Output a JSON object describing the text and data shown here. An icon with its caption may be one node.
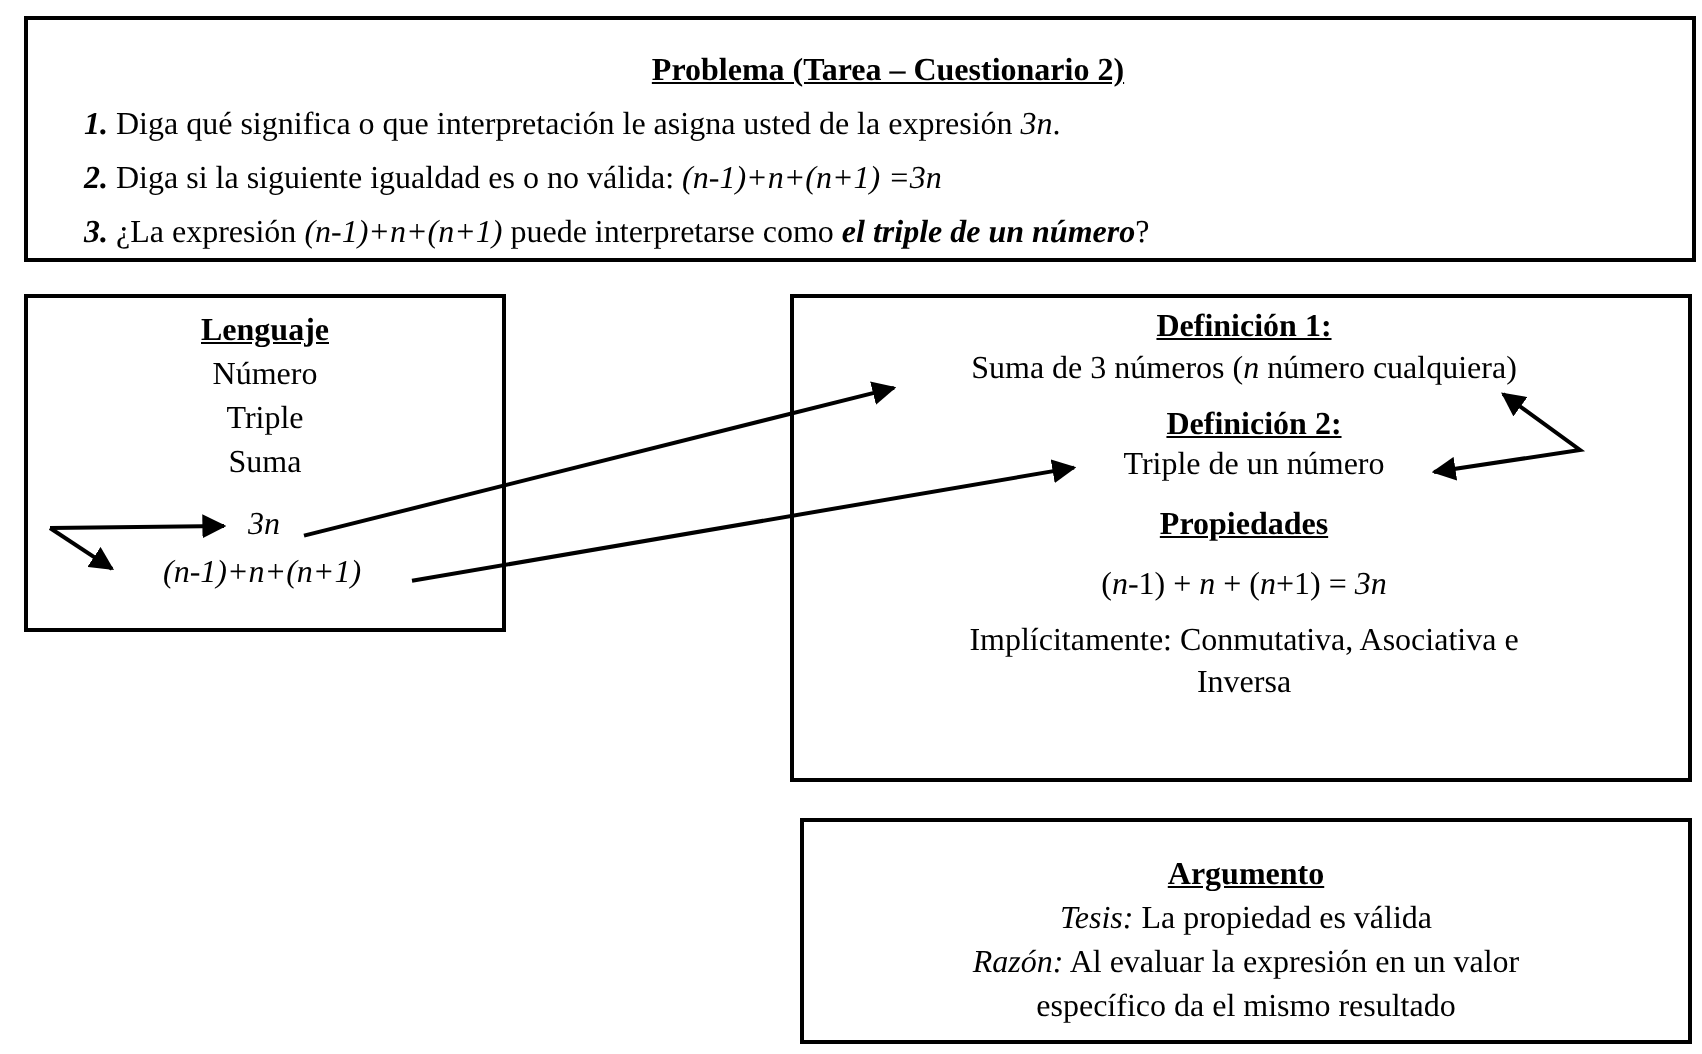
{
  "diagram": {
    "nodes": [
      {
        "text": [
          "Problema (Tarea – Cuestionario 2)",
          "**1.** Diga qué significa o que interpretación le asigna usted de la expresión *3n*.",
          "**2.** Diga si la siguiente igualdad es o no válida: *(n-1)+n+(n+1) =3n*",
          "**3.** ¿La expresión *(n-1)+n+(n+1)* puede interpretarse como **el triple de un número**?"
        ]
      },
      {
        "text": [
          "Lenguaje",
          "Número",
          "Triple",
          "Suma"
        ]
      },
      {
        "text": [
          "3n"
        ],
        "in": 1
      },
      {
        "text": [
          "(n-1)+n+(n+1)"
        ],
        "in": 1
      },
      {
        "text": [],
        "shape": "box"
      },
      {
        "text": [
          "Definición 1:",
          "Suma de 3 números (*n* número cualquiera)"
        ],
        "in": 4
      },
      {
        "text": [
          "Definición 2:",
          "Triple de un número"
        ],
        "in": 4
      },
      {
        "text": [
          "Propiedades",
          "(*n*-1) + *n* + (*n*+1) = *3n*",
          "Implícitamente: Conmutativa, Asociativa e Inversa"
        ],
        "in": 4
      },
      {
        "text": [
          "Argumento",
          "*Tesis:* La propiedad es válida",
          "*Razón:* Al evaluar la expresión en un valor específico da el mismo resultado"
        ]
      }
    ],
    "edges": [
      {
        "from": 2,
        "to": 5,
        "arrow": "to"
      },
      {
        "from": 3,
        "to": 6,
        "arrow": "to"
      },
      {
        "from": 5,
        "to": 6,
        "arrow": "both"
      },
      {
        "from": null,
        "to": 2,
        "arrow": "to"
      },
      {
        "from": null,
        "to": 3,
        "arrow": "to"
      }
    ]
  }
}
